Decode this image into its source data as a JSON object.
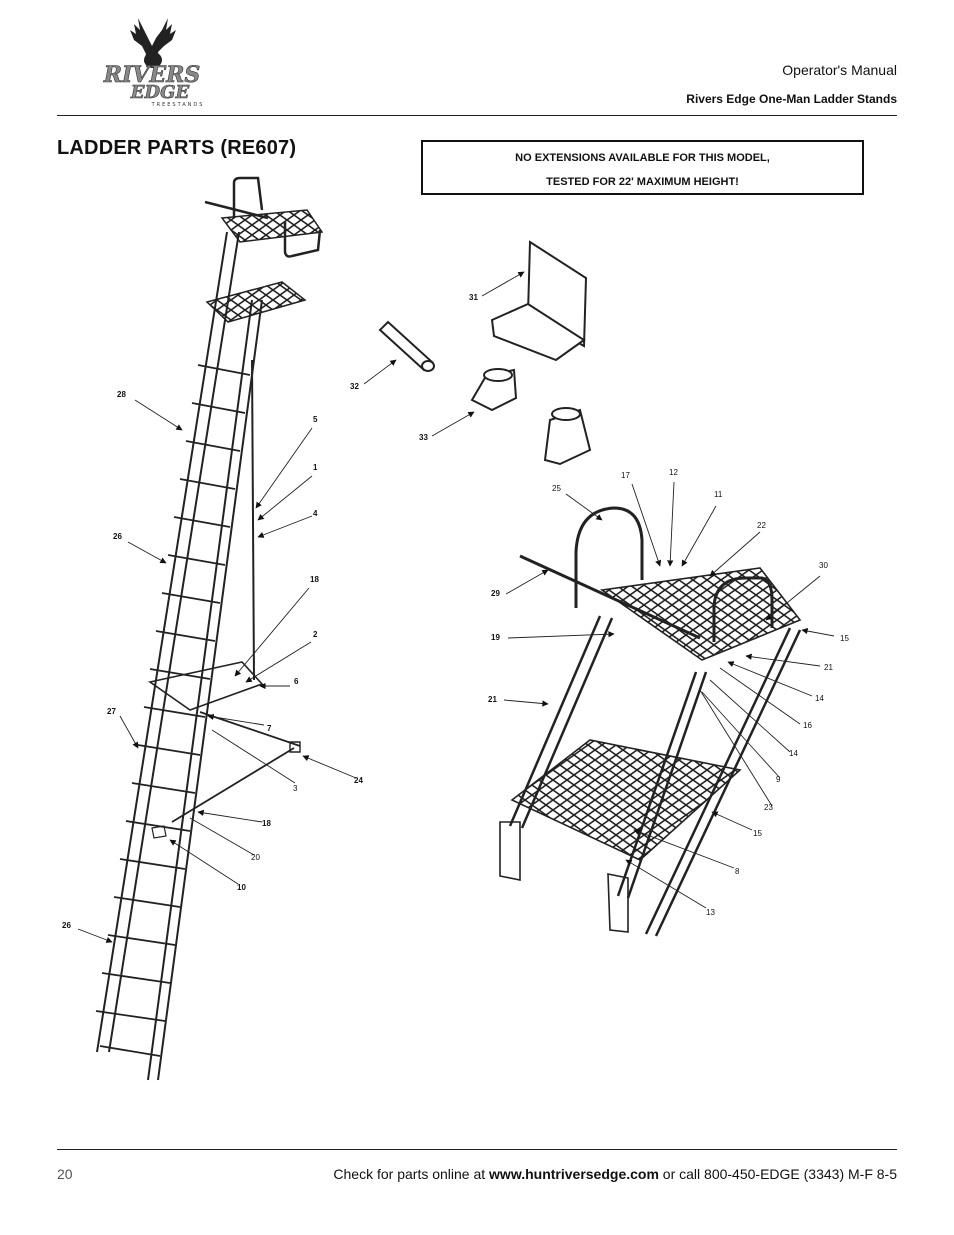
{
  "header": {
    "logo_line1": "RIVERS",
    "logo_line2": "EDGE",
    "logo_tagline": "TREESTANDS",
    "manual_label": "Operator's Manual",
    "model_line": "Rivers Edge One-Man Ladder Stands"
  },
  "page_title": "LADDER PARTS (RE607)",
  "notice": {
    "line1": "NO EXTENSIONS AVAILABLE FOR THIS MODEL,",
    "line2": "TESTED FOR 22' MAXIMUM HEIGHT!"
  },
  "callouts_ladder": [
    "28",
    "5",
    "1",
    "4",
    "26",
    "18",
    "2",
    "6",
    "7",
    "27",
    "24",
    "3",
    "18",
    "20",
    "10",
    "26"
  ],
  "callouts_accessories": [
    "31",
    "32",
    "33"
  ],
  "callouts_platform": [
    "25",
    "17",
    "12",
    "11",
    "22",
    "30",
    "29",
    "19",
    "15",
    "21",
    "21",
    "14",
    "16",
    "14",
    "9",
    "23",
    "15",
    "8",
    "13"
  ],
  "footer": {
    "page_number": "20",
    "text_before": "Check for parts online at ",
    "url": "www.huntriversedge.com",
    "text_after": " or call 800-450-EDGE (3343) M-F 8-5"
  }
}
